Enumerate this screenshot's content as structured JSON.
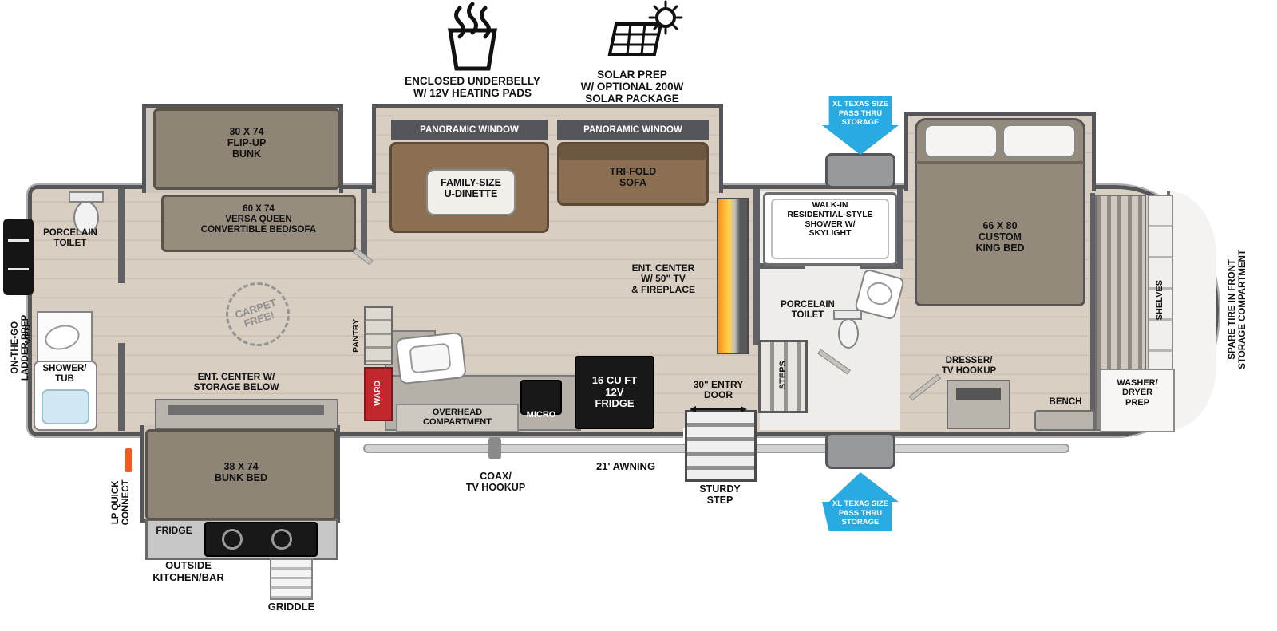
{
  "badges": {
    "underbelly": "ENCLOSED UNDERBELLY\nW/ 12V HEATING PADS",
    "solar": "SOLAR PREP\nW/ OPTIONAL 200W\nSOLAR PACKAGE",
    "pass_thru": "XL TEXAS SIZE\nPASS THRU\nSTORAGE"
  },
  "exterior": {
    "awning": "21' AWNING",
    "coax": "COAX/\nTV HOOKUP",
    "entry_door": "30\" ENTRY\nDOOR",
    "sturdy_step": "STURDY\nSTEP",
    "lp": "LP QUICK\nCONNECT",
    "ladder": "ON-THE-GO\nLADDER PREP",
    "spare_tire": "SPARE TIRE IN FRONT\nSTORAGE COMPARTMENT",
    "outside_kitchen": "OUTSIDE\nKITCHEN/BAR",
    "outside_fridge": "FRIDGE",
    "griddle": "GRIDDLE"
  },
  "bunk_room": {
    "flip_bunk": "30 X 74\nFLIP-UP\nBUNK",
    "versa_queen": "60 X 74\nVERSA QUEEN\nCONVERTIBLE BED/SOFA",
    "ent_center": "ENT. CENTER W/\nSTORAGE BELOW",
    "bunk_bed": "38 X 74\nBUNK BED",
    "carpet": "CARPET\nFREE!"
  },
  "rear_bath": {
    "toilet": "PORCELAIN\nTOILET",
    "med": "MED",
    "shower_tub": "SHOWER/\nTUB"
  },
  "living": {
    "window": "PANORAMIC WINDOW",
    "dinette": "FAMILY-SIZE\nU-DINETTE",
    "sofa": "TRI-FOLD\nSOFA",
    "ent_center": "ENT. CENTER\nW/ 50\" TV\n& FIREPLACE"
  },
  "kitchen": {
    "pantry": "PANTRY",
    "ward": "WARD",
    "overhead": "OVERHEAD\nCOMPARTMENT",
    "micro": "MICRO",
    "fridge": "16 CU FT\n12V\nFRIDGE"
  },
  "mid_bath": {
    "shower": "WALK-IN\nRESIDENTIAL-STYLE\nSHOWER W/\nSKYLIGHT",
    "toilet": "PORCELAIN\nTOILET",
    "steps": "STEPS"
  },
  "bedroom": {
    "king_bed": "66 X 80\nCUSTOM\nKING BED",
    "dresser": "DRESSER/\nTV HOOKUP",
    "bench": "BENCH",
    "shelves": "SHELVES",
    "washer_dryer": "WASHER/\nDRYER\nPREP"
  }
}
